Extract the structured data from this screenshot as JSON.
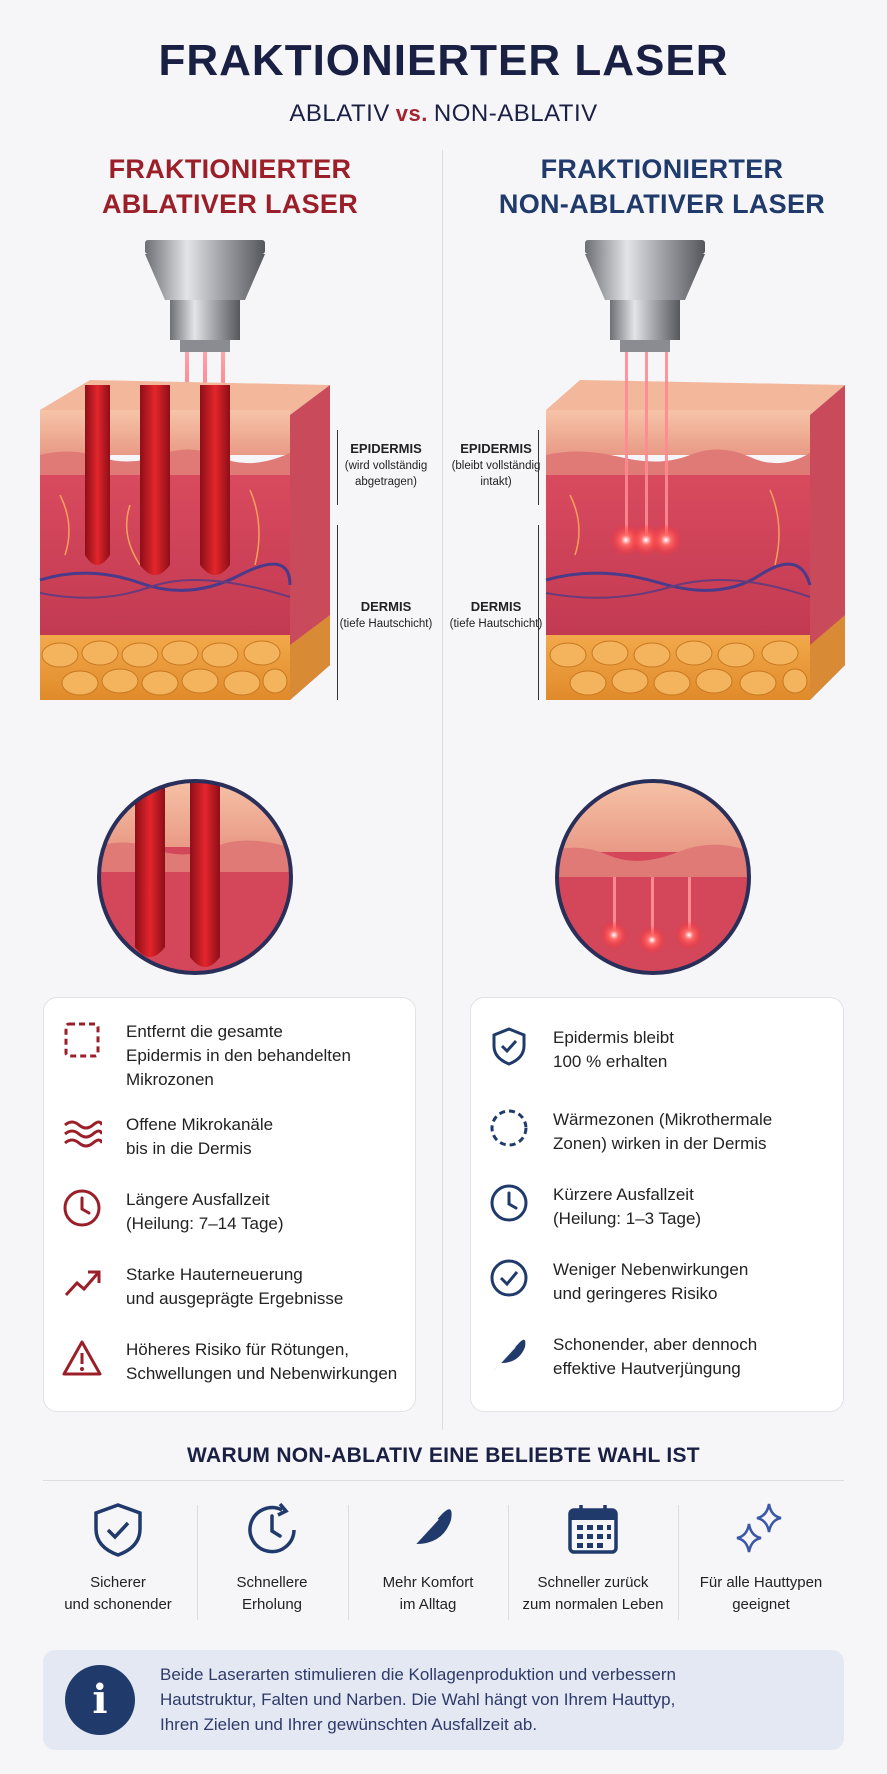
{
  "header": {
    "title": "FRAKTIONIERTER LASER",
    "subtitle_left": "ABLATIV",
    "subtitle_vs": "vs.",
    "subtitle_right": "NON-ABLATIV"
  },
  "ablative": {
    "title_line1": "FRAKTIONIERTER",
    "title_line2": "ABLATIVER LASER",
    "epidermis_label": "EPIDERMIS",
    "epidermis_note_line1": "(wird vollständig",
    "epidermis_note_line2": "abgetragen)",
    "dermis_label": "DERMIS",
    "dermis_note": "(tiefe Hautschicht)",
    "items": [
      {
        "icon": "dashed-square-icon",
        "line1": "Entfernt die gesamte",
        "line2": "Epidermis in den behandelten",
        "line3": "Mikrozonen"
      },
      {
        "icon": "waves-icon",
        "line1": "Offene Mikrokanäle",
        "line2": "bis in die Dermis"
      },
      {
        "icon": "clock-icon",
        "line1": "Längere Ausfallzeit",
        "line2": "(Heilung: 7–14 Tage)"
      },
      {
        "icon": "trend-up-icon",
        "line1": "Starke Hauterneuerung",
        "line2": "und ausgeprägte Ergebnisse"
      },
      {
        "icon": "warning-icon",
        "line1": "Höheres Risiko für Rötungen,",
        "line2": "Schwellungen und Nebenwirkungen"
      }
    ],
    "color": "#9b1f29"
  },
  "non_ablative": {
    "title_line1": "FRAKTIONIERTER",
    "title_line2": "NON-ABLATIVER LASER",
    "epidermis_label": "EPIDERMIS",
    "epidermis_note_line1": "(bleibt vollständig",
    "epidermis_note_line2": "intakt)",
    "dermis_label": "DERMIS",
    "dermis_note": "(tiefe Hautschicht)",
    "items": [
      {
        "icon": "shield-check-icon",
        "line1": "Epidermis bleibt",
        "line2": "100 % erhalten"
      },
      {
        "icon": "dashed-circle-icon",
        "line1": "Wärmezonen (Mikrothermale",
        "line2": "Zonen) wirken in der Dermis"
      },
      {
        "icon": "clock-icon",
        "line1": "Kürzere Ausfallzeit",
        "line2": "(Heilung: 1–3 Tage)"
      },
      {
        "icon": "check-circle-icon",
        "line1": "Weniger Nebenwirkungen",
        "line2": "und geringeres Risiko"
      },
      {
        "icon": "feather-icon",
        "line1": "Schonender, aber dennoch",
        "line2": "effektive Hautverjüngung"
      }
    ],
    "color": "#1f3a6b"
  },
  "why": {
    "title": "WARUM NON-ABLATIV EINE BELIEBTE WAHL IST",
    "cells": [
      {
        "icon": "shield-check-icon",
        "line1": "Sicherer",
        "line2": "und schonender"
      },
      {
        "icon": "clock-refresh-icon",
        "line1": "Schnellere",
        "line2": "Erholung"
      },
      {
        "icon": "feather-icon",
        "line1": "Mehr Komfort",
        "line2": "im Alltag"
      },
      {
        "icon": "calendar-icon",
        "line1": "Schneller zurück",
        "line2": "zum normalen Leben"
      },
      {
        "icon": "sparkles-icon",
        "line1": "Für alle Hauttypen",
        "line2": "geeignet"
      }
    ]
  },
  "info": {
    "icon": "info-icon",
    "glyph": "i",
    "line1": "Beide Laserarten stimulieren die Kollagenproduktion und verbessern",
    "line2": "Hautstruktur, Falten und Narben. Die Wahl hängt von Ihrem Hauttyp,",
    "line3": "Ihren Zielen und Ihrer gewünschten Ausfallzeit ab."
  }
}
